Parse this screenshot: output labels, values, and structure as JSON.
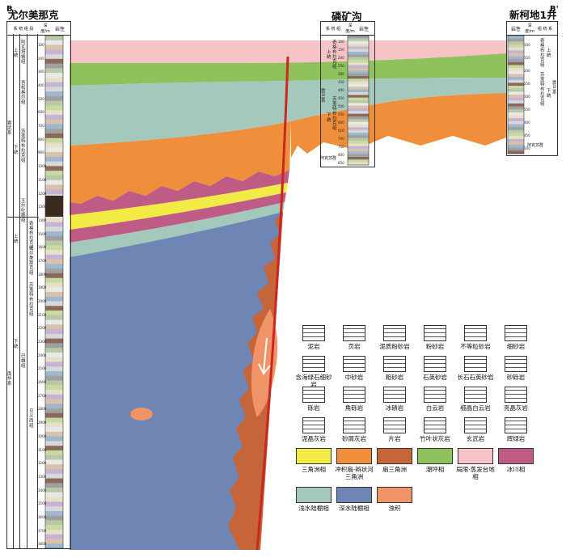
{
  "wells": {
    "left": {
      "name": "尤尔美那克",
      "corner": "B"
    },
    "middle": {
      "name": "磷矿沟"
    },
    "right": {
      "name": "新柯地1井",
      "corner": "B'"
    }
  },
  "column_header": {
    "lithology": "岩性",
    "depth": "深度/m"
  },
  "left_column": {
    "series_upper": "上统",
    "series_lower": "下统",
    "system_cambrian": "寒武系",
    "system_nanhua": "南华系",
    "formations": [
      "阿瓦塔格组",
      "吾松格尔组",
      "苏盖特布拉克组",
      "玉尔吐斯组",
      "奇格布拉克组",
      "尤尔美那克组",
      "苏盖特布拉克组",
      "巴雄组",
      "贝义西组"
    ],
    "depths": [
      "100",
      "200",
      "300",
      "400",
      "500",
      "600",
      "700",
      "800",
      "900",
      "1000",
      "1100",
      "1200",
      "1300",
      "1400",
      "1500",
      "1600",
      "1700",
      "1800",
      "1900",
      "2000",
      "2100",
      "2200",
      "2300",
      "2400",
      "2500",
      "2600",
      "2700",
      "2800",
      "2900",
      "3000",
      "3100",
      "3200",
      "3300",
      "3400",
      "3500",
      "3600",
      "3700",
      "3800"
    ]
  },
  "middle_column": {
    "system": "震旦系",
    "series_upper": "上统",
    "series_lower": "下统",
    "formations": [
      "奇格布拉克组",
      "苏盖特布拉克组",
      "阿克苏群"
    ],
    "base": "阿克苏群",
    "depths": [
      "100",
      "150",
      "200",
      "250",
      "300",
      "350",
      "400",
      "450",
      "500",
      "550",
      "600",
      "650",
      "700",
      "750",
      "800",
      "850"
    ]
  },
  "right_column": {
    "system": "震旦系",
    "series_upper": "上统",
    "series_lower": "下统",
    "formations": [
      "奇格布拉克组",
      "苏盖特布拉克组"
    ],
    "base": "阿克苏群",
    "depths": [
      "100",
      "150",
      "200",
      "250",
      "300",
      "350",
      "400",
      "450",
      "500"
    ]
  },
  "legend": {
    "rocks": [
      [
        "泥岩",
        "页岩",
        "泥质粉砂岩",
        "粉砂岩",
        "不等粒砂岩",
        "细砂岩"
      ],
      [
        "含海绿石细砂岩",
        "中砂岩",
        "粗砂岩",
        "石英砂岩",
        "长石石英砂岩",
        "砂砾岩"
      ],
      [
        "砾岩",
        "角砾岩",
        "冰碛岩",
        "白云岩",
        "细晶白云岩",
        "亮晶灰岩"
      ],
      [
        "泥晶灰岩",
        "砂屑灰岩",
        "片岩",
        "竹叶状灰岩",
        "玄武岩",
        "辉绿岩"
      ]
    ],
    "facies": [
      {
        "label": "三角洲相",
        "color": "#f2ea45"
      },
      {
        "label": "冲积扇-辫状河三角洲",
        "color": "#ef8f3c"
      },
      {
        "label": "扇三角洲",
        "color": "#c7653a"
      },
      {
        "label": "潮坪相",
        "color": "#8fc15c"
      },
      {
        "label": "局限-蒸发台地相",
        "color": "#f6c3c7"
      },
      {
        "label": "冰川相",
        "color": "#be5c86"
      },
      {
        "label": "浅水陆棚相",
        "color": "#a5c8bd"
      },
      {
        "label": "深水陆棚相",
        "color": "#6f85b4"
      },
      {
        "label": "浊积",
        "color": "#f09468"
      }
    ]
  },
  "colors": {
    "pink": "#f6c3c7",
    "green": "#8fc15c",
    "teal": "#a5c8bd",
    "orange": "#ef8f3c",
    "yellow": "#f2ea45",
    "magenta": "#be5c86",
    "blue": "#6f85b4",
    "fan_delta": "#c7653a",
    "turbidite": "#f09468",
    "fault": "#c8281e"
  }
}
